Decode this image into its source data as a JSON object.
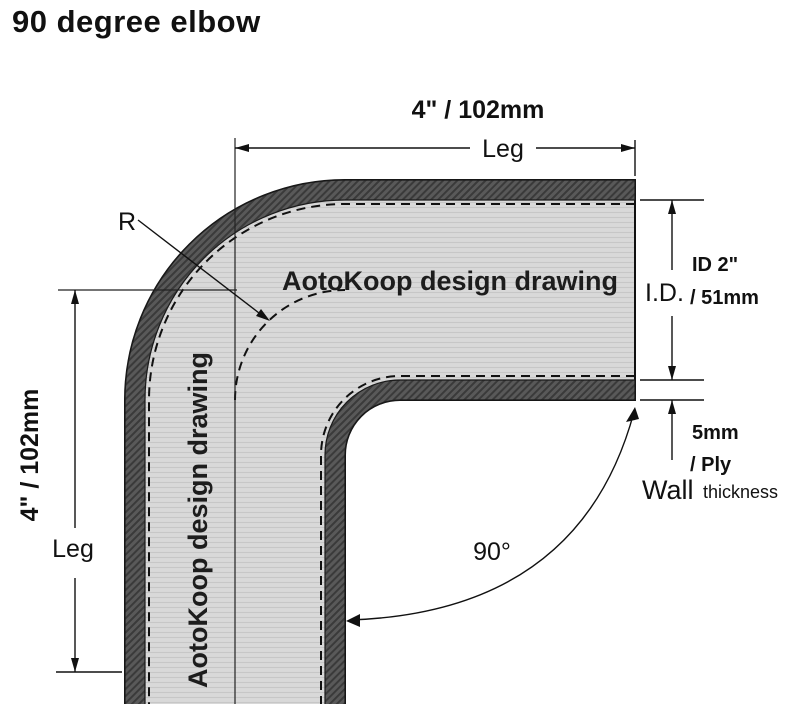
{
  "title": "90 degree elbow",
  "watermark": "AotoKoop design drawing",
  "dims": {
    "top_value": "4\" / 102mm",
    "top_label": "Leg",
    "left_value": "4\" / 102mm",
    "left_label": "Leg",
    "id_label": "I.D.",
    "id_value_line1": "ID 2\"",
    "id_value_line2": "/ 51mm",
    "wall_value_line1": "5mm",
    "wall_value_line2": "/ Ply",
    "wall_label_main": "Wall",
    "wall_label_sub": "thickness",
    "radius_label": "R",
    "angle_label": "90°"
  },
  "colors": {
    "background": "#ffffff",
    "pipe_body": "#d9d9d9",
    "pipe_body_streak": "#c7c7c7",
    "wall_band": "#595959",
    "wall_band_hatch": "#3a3a3a",
    "line": "#111111"
  }
}
